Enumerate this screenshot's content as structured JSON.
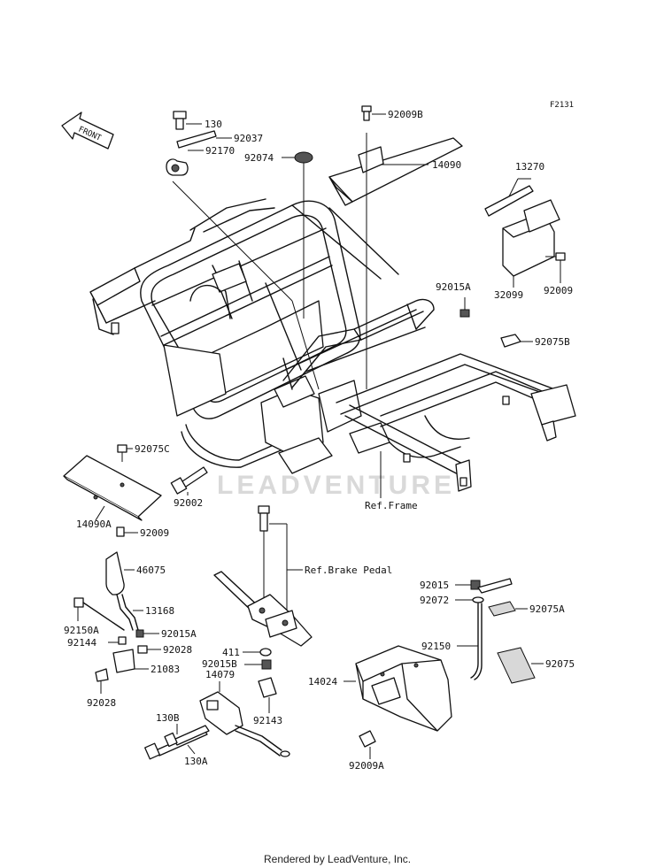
{
  "diagram": {
    "figure_code": "F2131",
    "watermark": "LEADVENTURE",
    "footer": "Rendered by LeadVenture, Inc.",
    "front_label": "FRONT",
    "labels": {
      "p130": "130",
      "p92037": "92037",
      "p92170": "92170",
      "p92009B": "92009B",
      "p92074": "92074",
      "p14090": "14090",
      "p13270": "13270",
      "p32099": "32099",
      "p92009_top": "92009",
      "p92015A_top": "92015A",
      "p92075B": "92075B",
      "p92075C": "92075C",
      "p14090A": "14090A",
      "p92009_left": "92009",
      "p92002": "92002",
      "ref_frame": "Ref.Frame",
      "ref_brake": "Ref.Brake Pedal",
      "p46075": "46075",
      "p13168": "13168",
      "p92150A": "92150A",
      "p92015A_bot": "92015A",
      "p92144": "92144",
      "p92028_a": "92028",
      "p21083": "21083",
      "p92028_b": "92028",
      "p411": "411",
      "p92015B": "92015B",
      "p14079": "14079",
      "p92143": "92143",
      "p130B": "130B",
      "p130A": "130A",
      "p92015": "92015",
      "p92072": "92072",
      "p92075A": "92075A",
      "p92150": "92150",
      "p92075": "92075",
      "p14024": "14024",
      "p92009A": "92009A"
    }
  }
}
